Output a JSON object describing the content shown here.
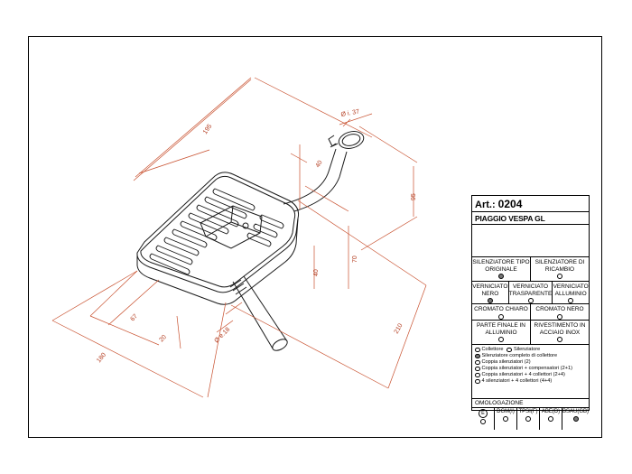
{
  "drawing": {
    "dimensions": {
      "d195": "195",
      "d_i37": "Ø i. 37",
      "d95": "95",
      "d40_top": "40",
      "d40_mid": "40",
      "d70": "70",
      "d210": "210",
      "d67": "67",
      "d20": "20",
      "d_e18": "Ø e.18",
      "d180": "180"
    },
    "colors": {
      "dimension": "#b33b1e",
      "outline": "#1a1a1a"
    }
  },
  "panel": {
    "art_label": "Art.:",
    "art_number": "0204",
    "model": "PIAGGIO VESPA GL",
    "tipo": [
      {
        "label": "SILENZIATORE TIPO ORIGINALE",
        "filled": true
      },
      {
        "label": "SILENZIATORE DI RICAMBIO",
        "filled": false
      }
    ],
    "verniciato": [
      {
        "label": "VERNICIATO NERO",
        "filled": true
      },
      {
        "label": "VERNICIATO TRASPARENTE",
        "filled": false
      },
      {
        "label": "VERNICIATO ALLUMINIO",
        "filled": false
      }
    ],
    "cromato": [
      {
        "label": "CROMATO CHIARO",
        "filled": false
      },
      {
        "label": "CROMATO NERO",
        "filled": false
      }
    ],
    "finale": [
      {
        "label": "PARTE FINALE IN ALLUMINIO",
        "filled": false
      },
      {
        "label": "RIVESTIMENTO IN ACCIAIO INOX",
        "filled": false
      }
    ],
    "legend": {
      "collettore": "Collettore",
      "silenziatore": "Silenziatore",
      "items": [
        {
          "label": "Silenziatore completo di collettore",
          "filled": true
        },
        {
          "label": "Coppia silenziatori (2)",
          "filled": false
        },
        {
          "label": "Coppia silenziatori + compensatori (2+1)",
          "filled": false
        },
        {
          "label": "Coppia silenziatori + 4 collettori (2+4)",
          "filled": false
        },
        {
          "label": "4 silenziatori + 4 collettori (4+4)",
          "filled": false
        }
      ]
    },
    "omologazione": {
      "title": "OMOLOGAZIONE",
      "e_mark": "E",
      "cols": [
        {
          "label": "",
          "filled": false
        },
        {
          "label": "DGM(I)",
          "filled": false
        },
        {
          "label": "TPSI(F)",
          "filled": false
        },
        {
          "label": "ABE(D)",
          "filled": false
        },
        {
          "label": "BSAU(GB)",
          "filled": true
        }
      ]
    }
  }
}
